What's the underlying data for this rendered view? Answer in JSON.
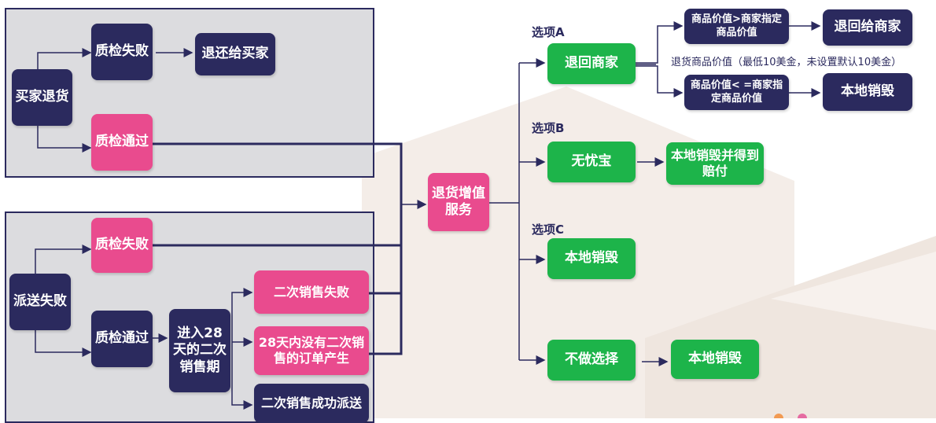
{
  "top_panel": {
    "root": "买家退货",
    "fail": "质检失败",
    "fail_result": "退还给买家",
    "pass": "质检通过"
  },
  "bottom_panel": {
    "root": "派送失败",
    "fail": "质检失败",
    "pass": "质检通过",
    "period": "进入28天的二次销售期",
    "outcome_fail": "二次销售失败",
    "outcome_none": "28天内没有二次销售的订单产生",
    "outcome_success": "二次销售成功派送"
  },
  "center": {
    "service": "退货增值服务"
  },
  "options": {
    "a": {
      "title": "选项A",
      "action": "退回商家",
      "cond_high": "商品价值>商家指定商品价值",
      "result_high": "退回给商家",
      "cond_low": "商品价值< =商家指定商品价值",
      "result_low": "本地销毁",
      "note": "退货商品价值（最低10美金，未设置默认10美金）"
    },
    "b": {
      "title": "选项B",
      "action": "无忧宝",
      "result": "本地销毁并得到赔付"
    },
    "c": {
      "title": "选项C",
      "action": "本地销毁"
    },
    "none": {
      "action": "不做选择",
      "result": "本地销毁"
    }
  },
  "colors": {
    "navy": "#2b2a5e",
    "pink": "#e94b8e",
    "green": "#1db44a",
    "panel": "#dcdcdf"
  }
}
